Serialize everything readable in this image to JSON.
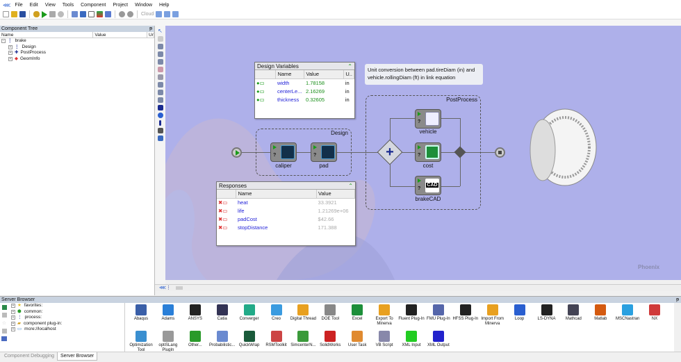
{
  "menu": [
    "File",
    "Edit",
    "View",
    "Tools",
    "Component",
    "Project",
    "Window",
    "Help"
  ],
  "toolbar": {
    "cloud_label": "Cloud"
  },
  "component_tree": {
    "title": "Component Tree",
    "columns": [
      "Name",
      "Value",
      "Ur"
    ],
    "nodes": [
      {
        "label": "brake",
        "level": 0
      },
      {
        "label": "Design",
        "level": 1
      },
      {
        "label": "PostProcess",
        "level": 1
      },
      {
        "label": "GeomInfo",
        "level": 1
      }
    ]
  },
  "design_variables": {
    "title": "Design Variables",
    "columns": [
      "Name",
      "Value",
      "U.."
    ],
    "rows": [
      {
        "name": "width",
        "value": "1.78158",
        "unit": "in"
      },
      {
        "name": "centerLe...",
        "value": "2.16269",
        "unit": "in"
      },
      {
        "name": "thickness",
        "value": "0.32605",
        "unit": "in"
      }
    ]
  },
  "responses": {
    "title": "Responses",
    "columns": [
      "Name",
      "Value"
    ],
    "rows": [
      {
        "name": "heat",
        "value": "33.3921"
      },
      {
        "name": "life",
        "value": "1.21269e+06"
      },
      {
        "name": "padCost",
        "value": "$42.66"
      },
      {
        "name": "stopDistance",
        "value": "171.388"
      }
    ]
  },
  "note": "Unit conversion between pad.tireDiam (in) and vehicle.rollingDiam (ft) in link equation",
  "groups": {
    "design": "Design",
    "postprocess": "PostProcess"
  },
  "nodes": {
    "caliper": "caliper",
    "pad": "pad",
    "vehicle": "vehicle",
    "cost": "cost",
    "brakeCAD": "brakeCAD",
    "cad_text": "CAD"
  },
  "logo": "Phoenix",
  "server_browser": {
    "title": "Server Browser",
    "tree": [
      "favorites:",
      "common:",
      "process:",
      "component plug-in:",
      "mcre://localhost"
    ],
    "row1": [
      "Abaqus",
      "Adams",
      "ANSYS",
      "Catia",
      "Converger",
      "Creo",
      "Digital Thread",
      "DOE Tool",
      "Excel",
      "Export To Minerva",
      "Fluent Plug-In",
      "FMU Plug-In",
      "HFSS Plug-In",
      "Import From Minerva",
      "Loop",
      "LS-DYNA",
      "Mathcad",
      "Matlab",
      "MSCNastran",
      "NX"
    ],
    "row2": [
      "Optimization Tool",
      "optiSLang PlugIn",
      "Other...",
      "Probabilistic...",
      "QuickWrap",
      "RSMToolkit",
      "SimcenterN...",
      "SolidWorks",
      "User Task",
      "VB Script",
      "XML Input",
      "XML Output"
    ],
    "icon_colors": [
      "#3a5fa8",
      "#2a7fd8",
      "#222",
      "#335",
      "#2a8",
      "#3a9be0",
      "#e8a020",
      "#888",
      "#1d8f3a",
      "#e8a020",
      "#222",
      "#5566aa",
      "#222",
      "#e8a020",
      "#2a5fd0",
      "#222",
      "#445",
      "#d45a10",
      "#2aa0e0",
      "#d03a3a",
      "#3a8fd0",
      "#999",
      "#2a9a2a",
      "#6a8ad0",
      "#1a5a3a",
      "#c44",
      "#3a9a3a",
      "#c22",
      "#e08a30",
      "#88a",
      "#2c2",
      "#22c"
    ]
  },
  "tabs": [
    "Component Debugging",
    "Server Browser"
  ],
  "colors": {
    "canvas": "#aeb0ea",
    "link_text": "#2323d8",
    "value_green": "#1a8f1a"
  }
}
